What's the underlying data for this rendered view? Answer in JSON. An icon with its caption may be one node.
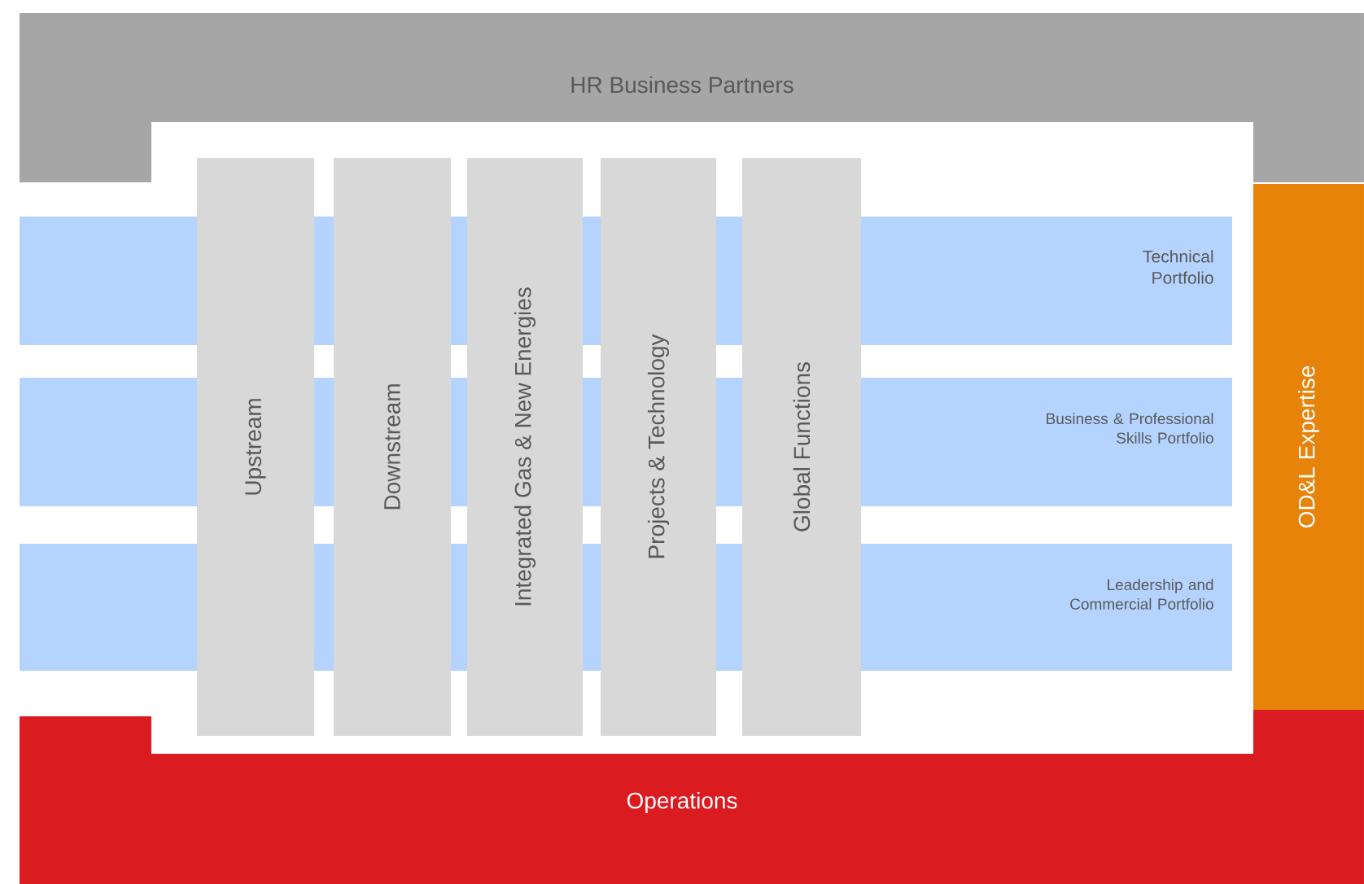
{
  "diagram": {
    "nodes": [
      {
        "text": [
          "HR Business Partners"
        ]
      },
      {
        "text": [
          "Technical Portfolio"
        ]
      },
      {
        "text": [
          "Business & Professional Skills Portfolio"
        ]
      },
      {
        "text": [
          "Leadership and Commercial Portfolio"
        ]
      },
      {
        "text": [
          "Upstream"
        ]
      },
      {
        "text": [
          "Downstream"
        ]
      },
      {
        "text": [
          "Integrated Gas & New Energies"
        ]
      },
      {
        "text": [
          "Projects & Technology"
        ]
      },
      {
        "text": [
          "Global Functions"
        ]
      },
      {
        "text": [
          "OD&L Expertise"
        ]
      },
      {
        "text": [
          "Operations"
        ]
      }
    ]
  }
}
